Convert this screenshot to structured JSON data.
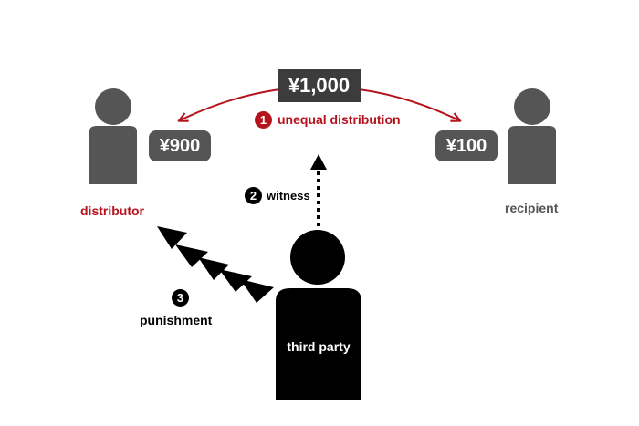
{
  "colors": {
    "accent": "#b5121b",
    "gray_figure": "#555555",
    "third_party": "#000000"
  },
  "amounts": {
    "total": "¥1,000",
    "distributor_share": "¥900",
    "recipient_share": "¥100"
  },
  "roles": {
    "distributor": "distributor",
    "recipient": "recipient",
    "third_party": "third party"
  },
  "steps": [
    {
      "number": "1",
      "label": "unequal distribution"
    },
    {
      "number": "2",
      "label": "witness"
    },
    {
      "number": "3",
      "label": "punishment"
    }
  ],
  "icons": [
    "person-icon",
    "dotted-arrow",
    "chevron-arrow"
  ]
}
